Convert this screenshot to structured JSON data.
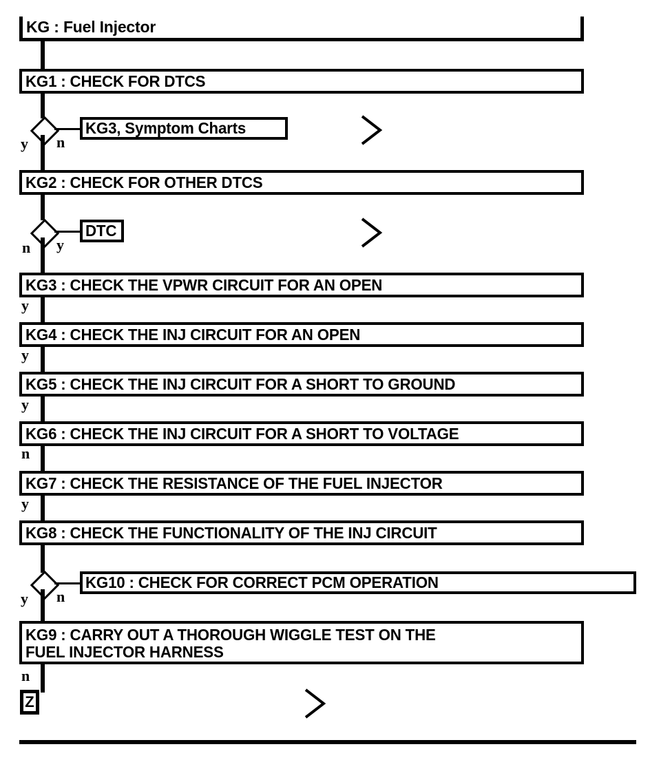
{
  "chart_data": {
    "type": "diagram",
    "diagram_kind": "flowchart",
    "title": "KG : Fuel Injector",
    "orientation": "top-to-bottom",
    "nodes": [
      {
        "id": "KG",
        "kind": "header",
        "label": "KG : Fuel Injector"
      },
      {
        "id": "KG1",
        "kind": "process",
        "label": "KG1 : CHECK FOR DTCS"
      },
      {
        "id": "D1",
        "kind": "decision",
        "label": ""
      },
      {
        "id": "REF1",
        "kind": "reference",
        "label": "KG3, Symptom Charts"
      },
      {
        "id": "KG2",
        "kind": "process",
        "label": "KG2 : CHECK FOR OTHER DTCS"
      },
      {
        "id": "D2",
        "kind": "decision",
        "label": ""
      },
      {
        "id": "REF2",
        "kind": "reference",
        "label": "DTC"
      },
      {
        "id": "KG3",
        "kind": "process",
        "label": "KG3 : CHECK THE VPWR CIRCUIT FOR AN OPEN"
      },
      {
        "id": "KG4",
        "kind": "process",
        "label": "KG4 : CHECK THE INJ CIRCUIT FOR AN OPEN"
      },
      {
        "id": "KG5",
        "kind": "process",
        "label": "KG5 : CHECK THE INJ CIRCUIT FOR A SHORT TO GROUND"
      },
      {
        "id": "KG6",
        "kind": "process",
        "label": "KG6 : CHECK THE INJ CIRCUIT FOR A SHORT TO VOLTAGE"
      },
      {
        "id": "KG7",
        "kind": "process",
        "label": "KG7 : CHECK THE RESISTANCE OF THE FUEL INJECTOR"
      },
      {
        "id": "KG8",
        "kind": "process",
        "label": "KG8 : CHECK THE FUNCTIONALITY OF THE INJ CIRCUIT"
      },
      {
        "id": "D3",
        "kind": "decision",
        "label": ""
      },
      {
        "id": "KG10",
        "kind": "reference",
        "label": "KG10 : CHECK FOR CORRECT PCM OPERATION"
      },
      {
        "id": "KG9",
        "kind": "process",
        "label": "KG9 : CARRY OUT A THOROUGH WIGGLE TEST ON THE\nFUEL INJECTOR HARNESS"
      },
      {
        "id": "Z",
        "kind": "terminal",
        "label": "Z"
      }
    ],
    "edges": [
      {
        "from": "KG",
        "to": "KG1",
        "label": ""
      },
      {
        "from": "KG1",
        "to": "D1",
        "label": ""
      },
      {
        "from": "D1",
        "to": "REF1",
        "label": "n"
      },
      {
        "from": "D1",
        "to": "KG2",
        "label": "y"
      },
      {
        "from": "KG2",
        "to": "D2",
        "label": ""
      },
      {
        "from": "D2",
        "to": "REF2",
        "label": "y"
      },
      {
        "from": "D2",
        "to": "KG3",
        "label": "n"
      },
      {
        "from": "KG3",
        "to": "KG4",
        "label": "y"
      },
      {
        "from": "KG4",
        "to": "KG5",
        "label": "y"
      },
      {
        "from": "KG5",
        "to": "KG6",
        "label": "y"
      },
      {
        "from": "KG6",
        "to": "KG7",
        "label": "n"
      },
      {
        "from": "KG7",
        "to": "KG8",
        "label": "y"
      },
      {
        "from": "KG8",
        "to": "D3",
        "label": ""
      },
      {
        "from": "D3",
        "to": "KG10",
        "label": "n"
      },
      {
        "from": "D3",
        "to": "KG9",
        "label": "y"
      },
      {
        "from": "KG9",
        "to": "Z",
        "label": "n"
      }
    ],
    "offpage_markers": 3
  },
  "header": {
    "title": "KG : Fuel Injector"
  },
  "steps": {
    "kg1": "KG1 : CHECK FOR DTCS",
    "kg2": "KG2 : CHECK FOR OTHER DTCS",
    "kg3": "KG3 : CHECK THE VPWR CIRCUIT FOR AN OPEN",
    "kg4": "KG4 : CHECK THE INJ CIRCUIT FOR AN OPEN",
    "kg5": "KG5 : CHECK THE INJ CIRCUIT FOR A SHORT TO GROUND",
    "kg6": "KG6 : CHECK THE INJ CIRCUIT FOR A SHORT TO VOLTAGE",
    "kg7": "KG7 : CHECK THE RESISTANCE OF THE FUEL INJECTOR",
    "kg8": "KG8 : CHECK THE FUNCTIONALITY OF THE INJ CIRCUIT",
    "kg9": "KG9 : CARRY OUT A THOROUGH WIGGLE TEST ON THE\nFUEL INJECTOR HARNESS",
    "kg10": "KG10 : CHECK FOR CORRECT PCM OPERATION"
  },
  "references": {
    "symptom_charts": "KG3, Symptom Charts",
    "dtc": "DTC"
  },
  "terminal": {
    "z": "Z"
  },
  "branch_labels": {
    "d1_yes": "y",
    "d1_no": "n",
    "d2_no": "n",
    "d2_yes": "y",
    "kg3_yes": "y",
    "kg4_yes": "y",
    "kg5_yes": "y",
    "kg6_no": "n",
    "kg7_yes": "y",
    "d3_yes": "y",
    "d3_no": "n",
    "kg9_no": "n"
  },
  "colors": {
    "ink": "#000000",
    "paper": "#ffffff"
  }
}
